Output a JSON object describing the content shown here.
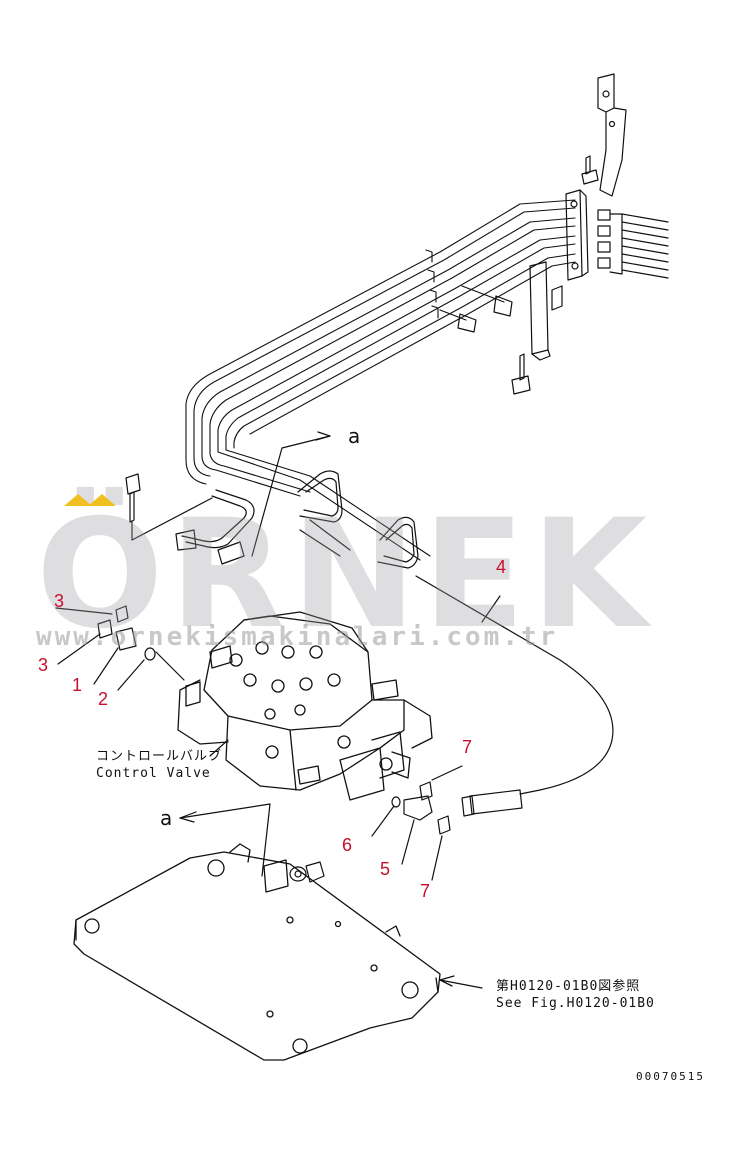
{
  "watermark": {
    "brand": "ÖRNEK",
    "url": "www.ornekismakinalari.com.tr",
    "accent_color": "#f0c020"
  },
  "callouts": [
    {
      "id": "c3a",
      "text": "3"
    },
    {
      "id": "c3b",
      "text": "3"
    },
    {
      "id": "c1",
      "text": "1"
    },
    {
      "id": "c2",
      "text": "2"
    },
    {
      "id": "c4",
      "text": "4"
    },
    {
      "id": "c7a",
      "text": "7"
    },
    {
      "id": "c6",
      "text": "6"
    },
    {
      "id": "c5",
      "text": "5"
    },
    {
      "id": "c7b",
      "text": "7"
    }
  ],
  "labels": {
    "view_marker_top": "a",
    "view_marker_bottom": "a",
    "control_valve_jp": "コントロールバルブ",
    "control_valve_en": "Control Valve",
    "see_fig_jp": "第H0120-01B0図参照",
    "see_fig_en": "See Fig.H0120-01B0",
    "document_number": "00070515"
  },
  "colors": {
    "callout": "#c8102e",
    "line": "#111111",
    "watermark": "#9c9ca0"
  }
}
